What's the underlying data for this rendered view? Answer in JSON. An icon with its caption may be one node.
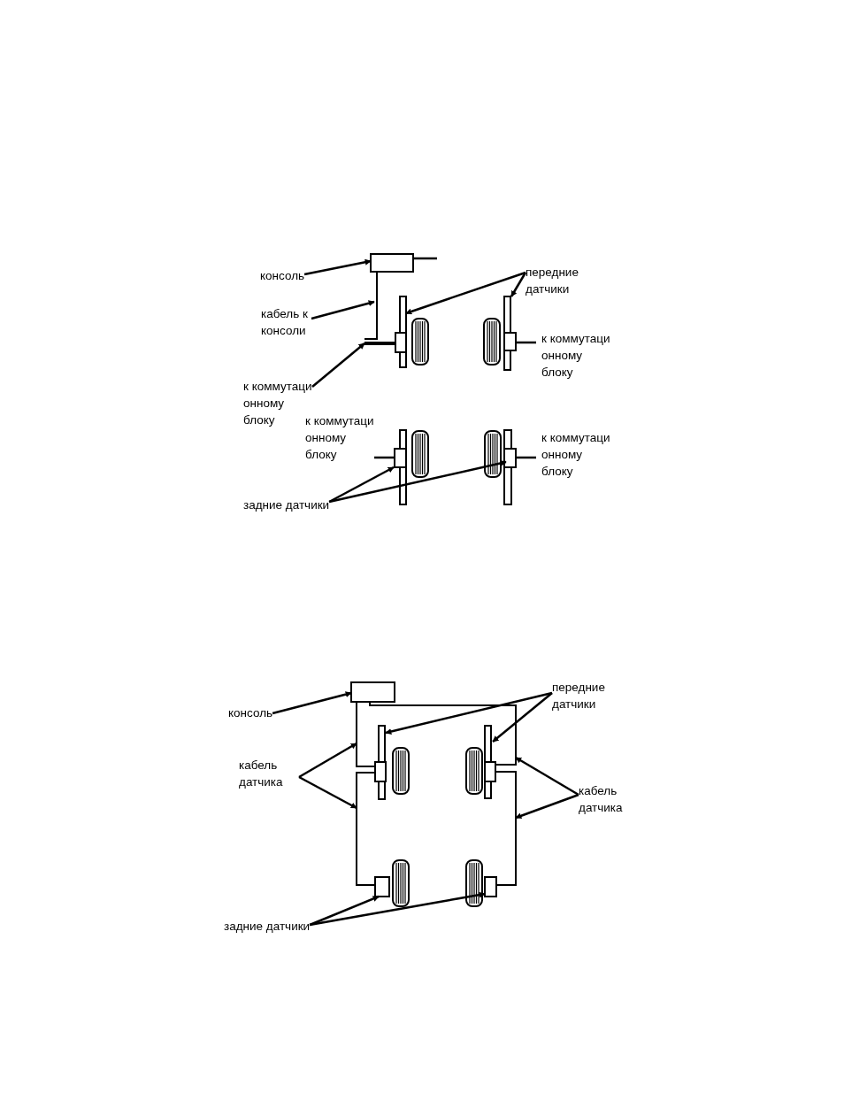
{
  "diagram": {
    "nodes": [
      {
        "text": [
          "консоль"
        ]
      },
      {
        "text": [],
        "shape": "box"
      },
      {
        "text": [
          "кабель к консоли"
        ]
      },
      {
        "text": [],
        "shape": "line"
      },
      {
        "text": [
          "к коммутаци онному блоку"
        ]
      },
      {
        "text": [],
        "shape": "line"
      },
      {
        "text": [
          "передние датчики"
        ]
      },
      {
        "text": [],
        "shape": "bar"
      },
      {
        "text": [],
        "shape": "bar",
        "beside": [
          "к коммутаци онному блоку"
        ]
      },
      {
        "text": [
          "задние датчики"
        ]
      },
      {
        "text": [],
        "shape": "bar",
        "beside": [
          "к коммутаци онному блоку"
        ]
      },
      {
        "text": [],
        "shape": "bar",
        "beside": [
          "к коммутаци онному блоку"
        ]
      },
      {
        "text": [
          "консоль"
        ]
      },
      {
        "text": [],
        "shape": "box"
      },
      {
        "text": [
          "передние датчики"
        ]
      },
      {
        "text": [],
        "shape": "bar"
      },
      {
        "text": [],
        "shape": "bar"
      },
      {
        "text": [
          "кабель датчика"
        ]
      },
      {
        "text": [],
        "shape": "line"
      },
      {
        "text": [],
        "shape": "line"
      },
      {
        "text": [
          "кабель датчика"
        ]
      },
      {
        "text": [],
        "shape": "line"
      },
      {
        "text": [],
        "shape": "line"
      },
      {
        "text": [
          "задние датчики"
        ]
      },
      {
        "text": [],
        "shape": "box"
      },
      {
        "text": [],
        "shape": "box"
      }
    ],
    "edges": [
      {
        "from": 0,
        "to": 1,
        "arrow": "to"
      },
      {
        "from": 2,
        "to": 3,
        "arrow": "to"
      },
      {
        "from": 4,
        "to": 5,
        "arrow": "to"
      },
      {
        "from": 6,
        "to": 7,
        "arrow": "to"
      },
      {
        "from": 6,
        "to": 8,
        "arrow": "to"
      },
      {
        "from": 9,
        "to": 10,
        "arrow": "to"
      },
      {
        "from": 9,
        "to": 11,
        "arrow": "to"
      },
      {
        "from": 12,
        "to": 13,
        "arrow": "to"
      },
      {
        "from": 14,
        "to": 15,
        "arrow": "to"
      },
      {
        "from": 14,
        "to": 16,
        "arrow": "to"
      },
      {
        "from": 17,
        "to": 18,
        "arrow": "to"
      },
      {
        "from": 17,
        "to": 19,
        "arrow": "to"
      },
      {
        "from": 20,
        "to": 21,
        "arrow": "to"
      },
      {
        "from": 20,
        "to": 22,
        "arrow": "to"
      },
      {
        "from": 23,
        "to": 24,
        "arrow": "to"
      },
      {
        "from": 23,
        "to": 25,
        "arrow": "to"
      }
    ]
  }
}
